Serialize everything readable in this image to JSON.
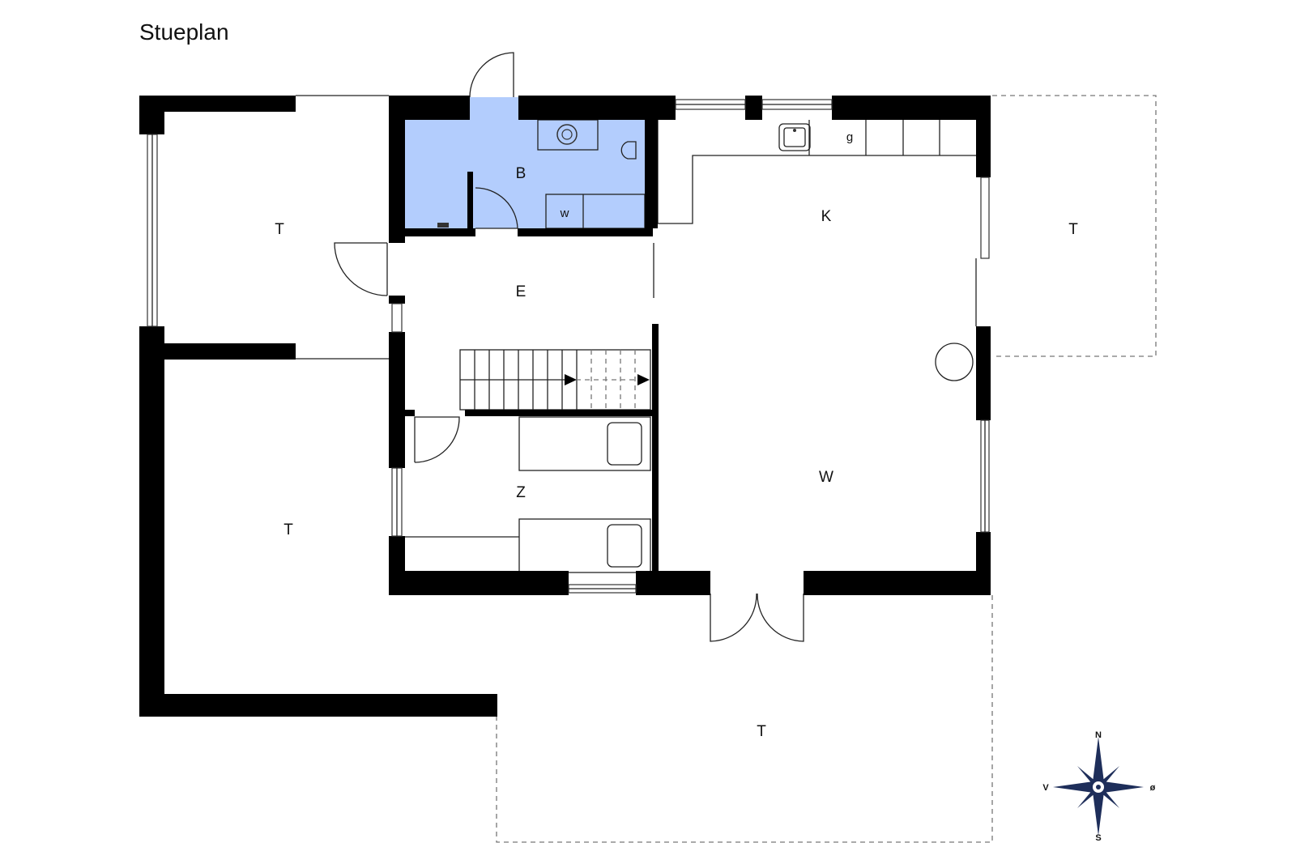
{
  "title": "Stueplan",
  "rooms": {
    "terrace_top_left": "T",
    "terrace_left": "T",
    "terrace_right": "T",
    "terrace_bottom": "T",
    "bathroom": "B",
    "entrance": "E",
    "kitchen": "K",
    "living_room": "W",
    "bedroom": "Z"
  },
  "fixtures": {
    "washer": "w",
    "fridge": "g"
  },
  "compass": {
    "north": "N",
    "south": "S",
    "east": "ø",
    "west": "V"
  },
  "colors": {
    "wall": "#000000",
    "bathroom_fill": "#b3cdfd",
    "compass": "#1e2e5a"
  }
}
